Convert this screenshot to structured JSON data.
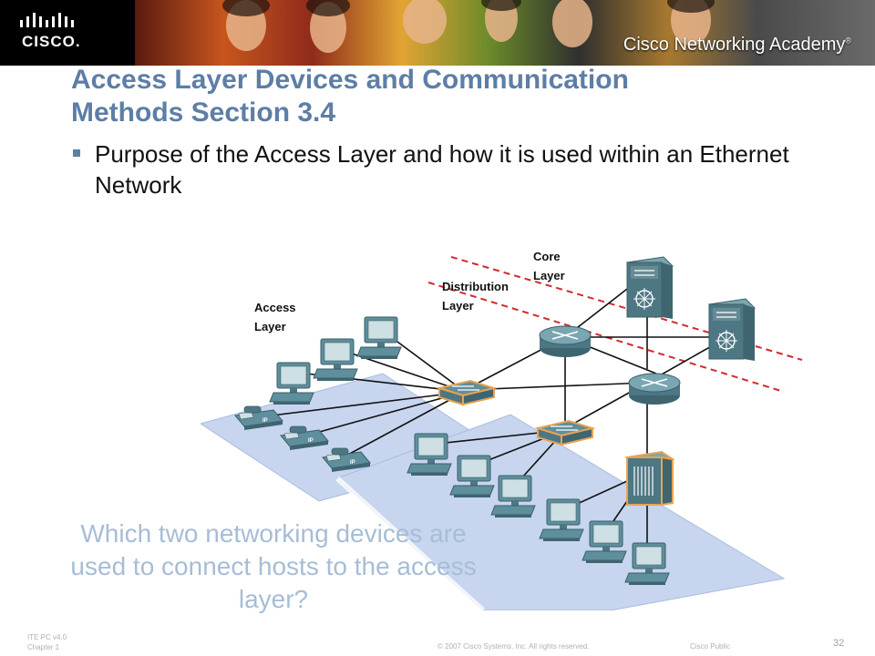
{
  "header": {
    "brand": "CISCO",
    "academy": "Cisco Networking Academy",
    "trademark": "®"
  },
  "slide": {
    "title_line1": "Access Layer Devices and Communication",
    "title_line2": "Methods Section 3.4",
    "bullet": "Purpose of the Access Layer  and how it is used within an Ethernet Network"
  },
  "diagram": {
    "labels": {
      "core_1": "Core",
      "core_2": "Layer",
      "distribution_1": "Distribution",
      "distribution_2": "Layer",
      "access_1": "Access",
      "access_2": "Layer"
    },
    "phone_tag": "IP"
  },
  "question": "Which two networking devices are used to connect hosts to the access layer?",
  "footer": {
    "course": "ITE PC v4.0",
    "chapter": "Chapter 1",
    "copyright": "© 2007 Cisco Systems, Inc. All rights reserved.",
    "classification": "Cisco Public",
    "page": "32"
  },
  "colors": {
    "title": "#5d7ea6",
    "question": "#a7bdd6",
    "platform": "#c7d5ef",
    "device_teal": "#5f8f9c",
    "switch_orange": "#e9a352",
    "dashed_line": "#d12b2b"
  },
  "icons": [
    "cisco-logo",
    "pc-icon",
    "ip-phone-icon",
    "switch-icon",
    "router-icon",
    "multilayer-switch-icon",
    "server-icon"
  ]
}
